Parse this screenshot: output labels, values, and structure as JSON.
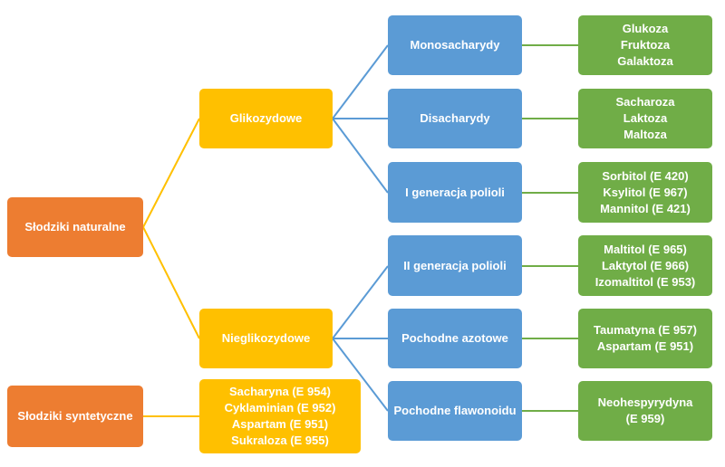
{
  "root_natural": "Słodziki naturalne",
  "root_synthetic": "Słodziki syntetyczne",
  "glycosidic": "Glikozydowe",
  "nonglycosidic": "Nieglikozydowe",
  "synthetic_list": [
    "Sacharyna (E 954)",
    "Cyklaminian (E 952)",
    "Aspartam (E 951)",
    "Sukraloza (E 955)"
  ],
  "categories": [
    {
      "label": "Monosacharydy",
      "examples": [
        "Glukoza",
        "Fruktoza",
        "Galaktoza"
      ]
    },
    {
      "label": "Disacharydy",
      "examples": [
        "Sacharoza",
        "Laktoza",
        "Maltoza"
      ]
    },
    {
      "label": "I generacja polioli",
      "examples": [
        "Sorbitol (E 420)",
        "Ksylitol (E 967)",
        "Mannitol (E 421)"
      ]
    },
    {
      "label": "II generacja polioli",
      "examples": [
        "Maltitol (E 965)",
        "Laktytol (E 966)",
        "Izomaltitol (E 953)"
      ]
    },
    {
      "label": "Pochodne azotowe",
      "examples": [
        "Taumatyna (E 957)",
        "Aspartam (E 951)"
      ]
    },
    {
      "label": "Pochodne flawonoidu",
      "examples": [
        "Neohespyrydyna",
        "(E 959)"
      ]
    }
  ],
  "colors": {
    "orange": "#ed7d31",
    "yellow": "#ffc000",
    "blue": "#5b9bd5",
    "green": "#70ad47"
  }
}
